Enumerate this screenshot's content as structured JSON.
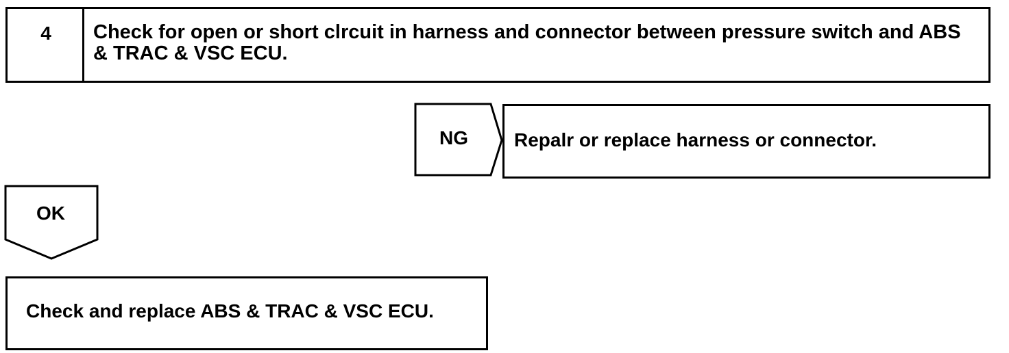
{
  "step": {
    "number": "4",
    "title": "Check for open or short clrcuit in harness and connector between pressure switch and ABS & TRAC & VSC ECU."
  },
  "ng_branch": {
    "label": "NG",
    "action": "Repalr or replace harness or connector."
  },
  "ok_branch": {
    "label": "OK",
    "action": "Check and replace ABS & TRAC & VSC ECU."
  }
}
